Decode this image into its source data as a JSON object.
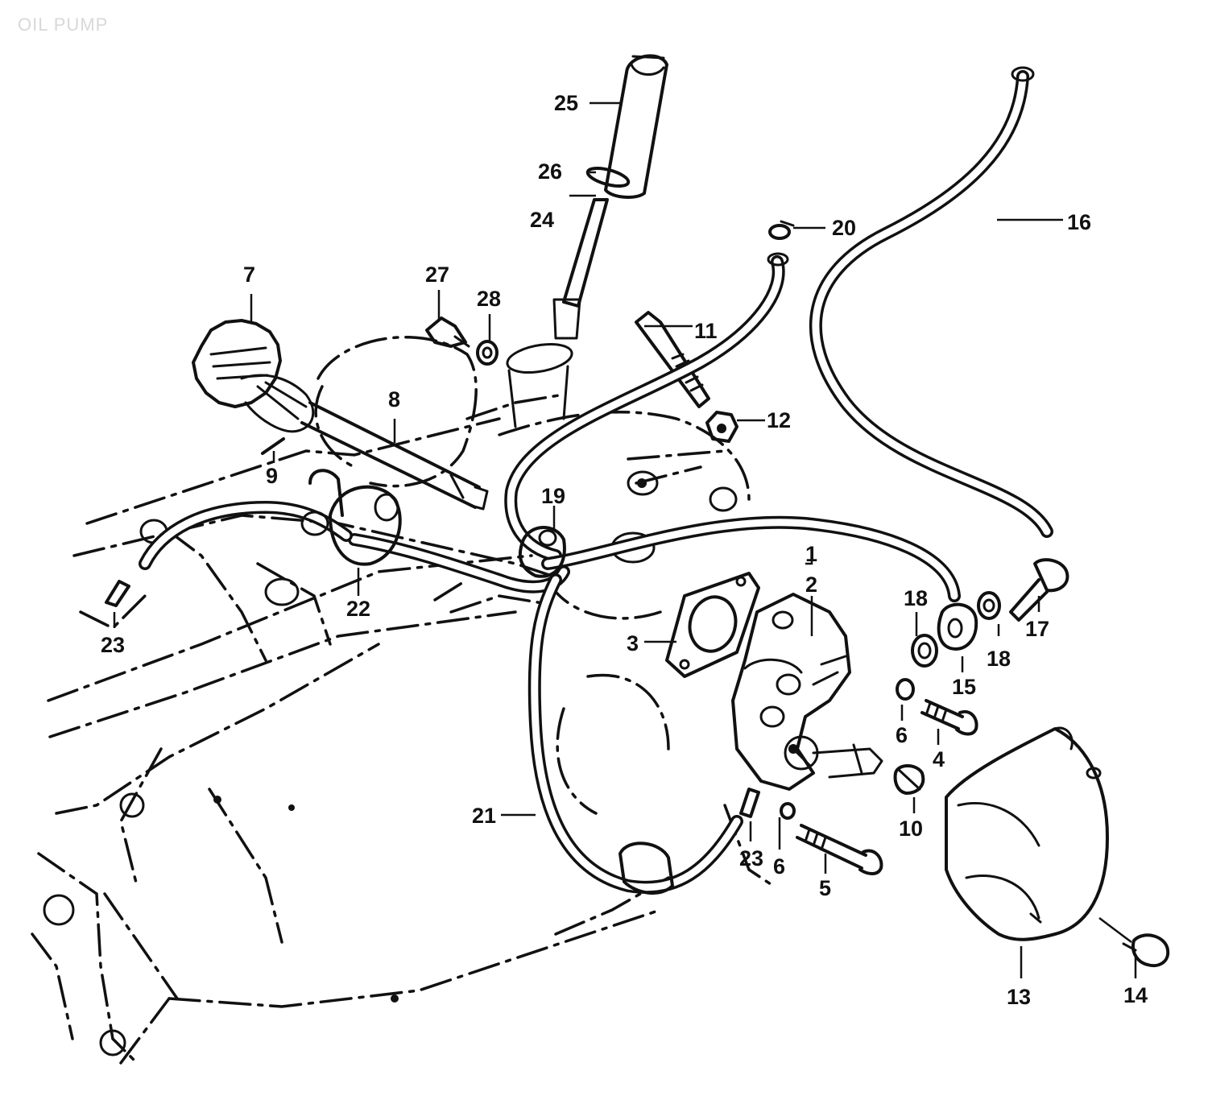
{
  "title": "OIL PUMP",
  "callouts": {
    "c1": "1",
    "c2": "2",
    "c3": "3",
    "c4": "4",
    "c5": "5",
    "c6a": "6",
    "c6b": "6",
    "c7": "7",
    "c8": "8",
    "c9": "9",
    "c10": "10",
    "c11": "11",
    "c12": "12",
    "c13": "13",
    "c14": "14",
    "c15": "15",
    "c16": "16",
    "c17": "17",
    "c18a": "18",
    "c18b": "18",
    "c19": "19",
    "c20": "20",
    "c21": "21",
    "c22": "22",
    "c23a": "23",
    "c23b": "23",
    "c24": "24",
    "c25": "25",
    "c26": "26",
    "c27": "27",
    "c28": "28"
  }
}
